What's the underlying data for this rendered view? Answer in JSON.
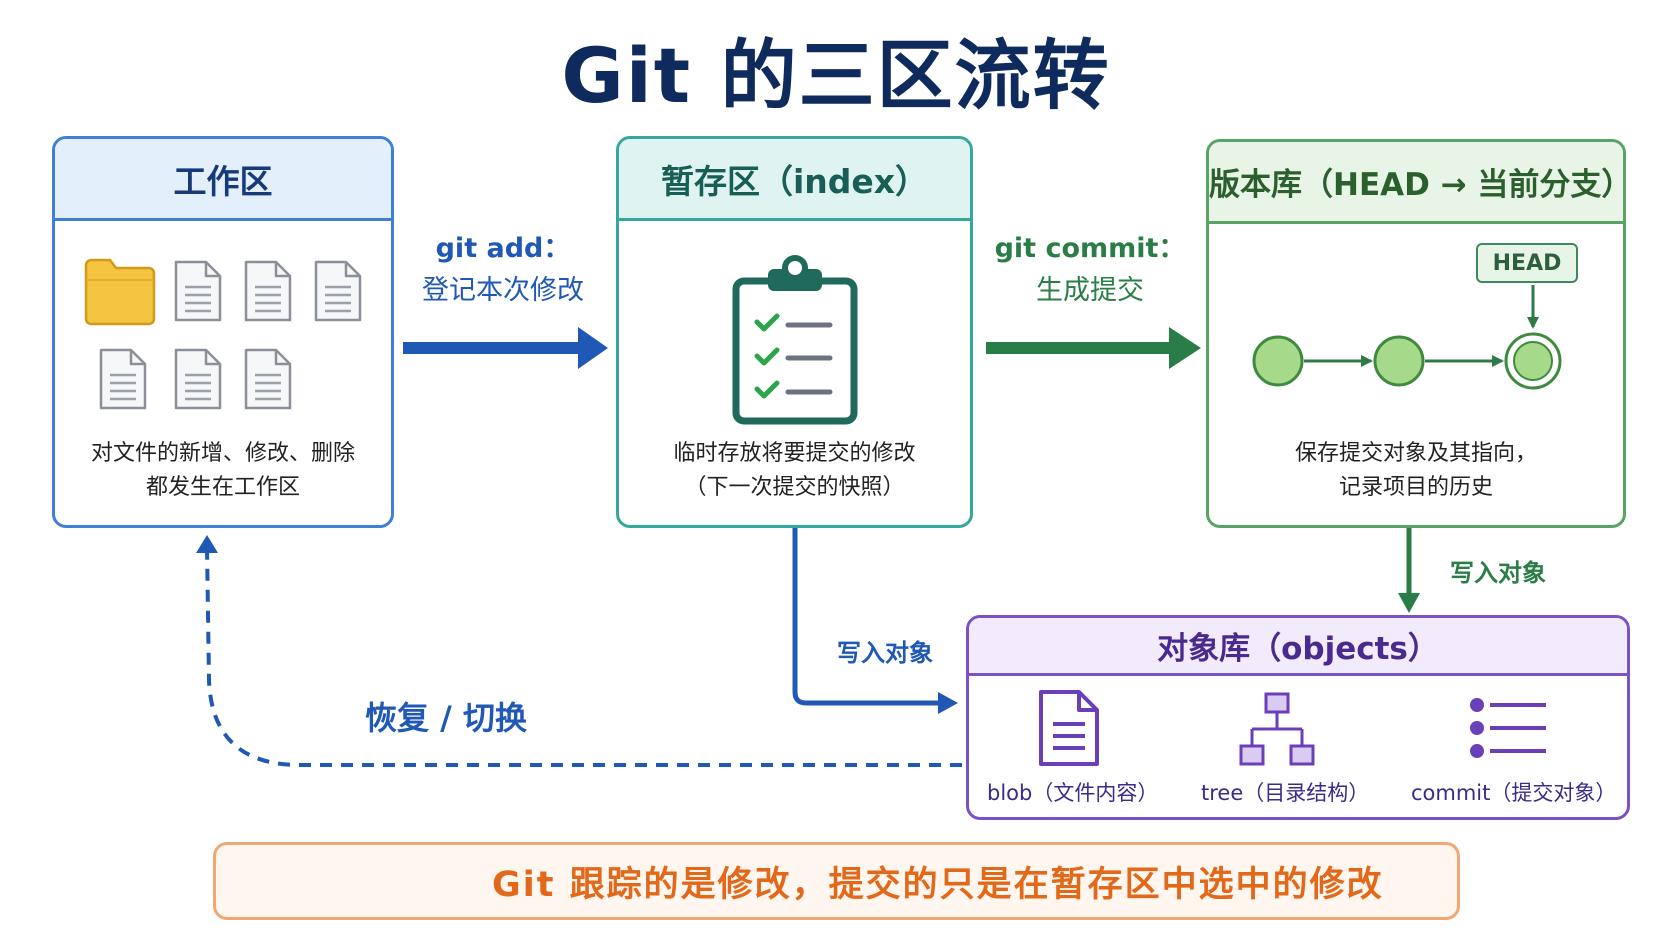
{
  "title": "Git 的三区流转",
  "working_area": {
    "header": "工作区",
    "desc_line1": "对文件的新增、修改、删除",
    "desc_line2": "都发生在工作区"
  },
  "staging_area": {
    "header": "暂存区（index）",
    "desc_line1": "临时存放将要提交的修改",
    "desc_line2": "（下一次提交的快照）"
  },
  "repository": {
    "header": "版本库（HEAD → 当前分支）",
    "head_tag": "HEAD",
    "desc_line1": "保存提交对象及其指向，",
    "desc_line2": "记录项目的历史"
  },
  "object_store": {
    "header": "对象库（objects）",
    "items": [
      {
        "label": "blob（文件内容）",
        "icon": "document-icon"
      },
      {
        "label": "tree（目录结构）",
        "icon": "tree-hierarchy-icon"
      },
      {
        "label": "commit（提交对象）",
        "icon": "commit-list-icon"
      }
    ]
  },
  "edges": {
    "git_add": {
      "command": "git add：",
      "desc": "登记本次修改"
    },
    "git_commit": {
      "command": "git commit：",
      "desc": "生成提交"
    },
    "write_objects_from_stage": "写入对象",
    "write_objects_from_repo": "写入对象",
    "restore": "恢复 / 切换"
  },
  "note": "Git 跟踪的是修改，提交的只是在暂存区中选中的修改",
  "colors": {
    "title": "#0f2a5c",
    "working": "#3f7fd6",
    "staging": "#34a89a",
    "repository": "#57a463",
    "objects": "#7b52c5",
    "warning": "#e2681a"
  }
}
